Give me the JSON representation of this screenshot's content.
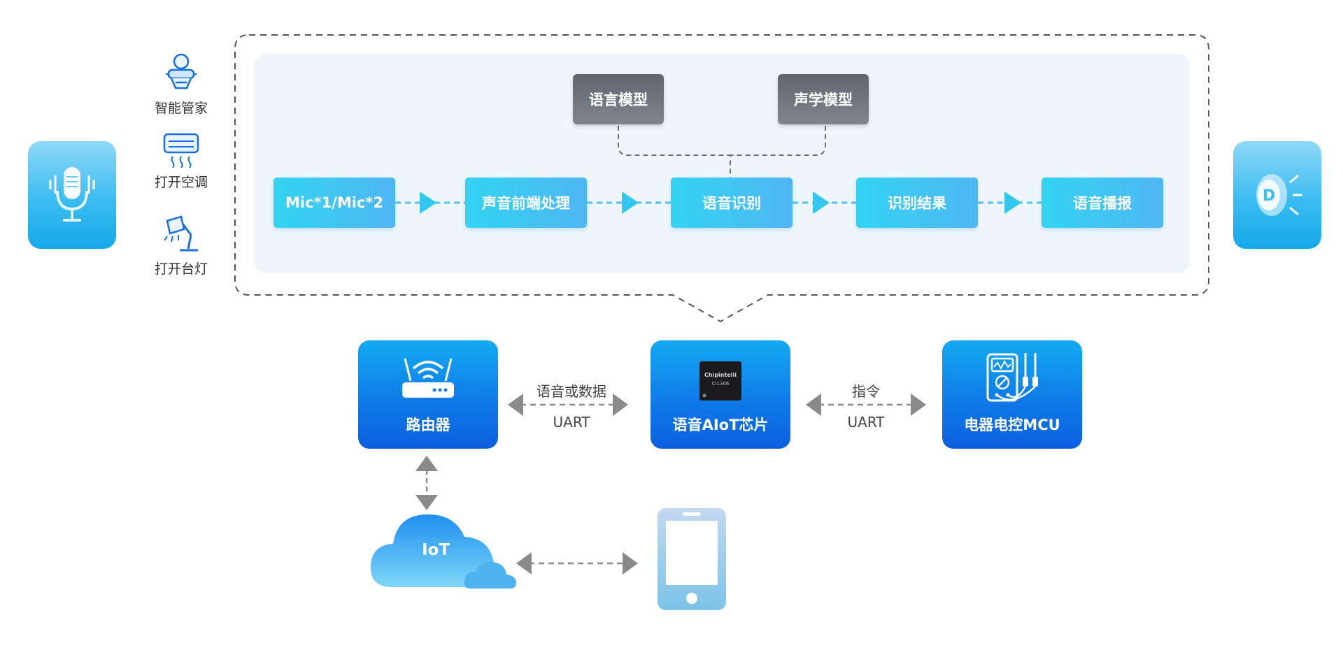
{
  "commands": [
    {
      "label": "智能管家",
      "icon": "butler-robot-icon"
    },
    {
      "label": "打开空调",
      "icon": "air-conditioner-icon"
    },
    {
      "label": "打开台灯",
      "icon": "desk-lamp-icon"
    }
  ],
  "pipeline": {
    "steps": [
      "Mic*1/Mic*2",
      "声音前端处理",
      "语音识别",
      "识别结果",
      "语音播报"
    ],
    "models": [
      "语言模型",
      "声学模型"
    ]
  },
  "hardware": {
    "router": "路由器",
    "chip": "语音AIoT芯片",
    "chip_marking_1": "Chipintelli",
    "chip_marking_2": "CI1306",
    "mcu": "电器电控MCU"
  },
  "connections": {
    "router_chip_top": "语音或数据",
    "router_chip_bottom": "UART",
    "chip_mcu_top": "指令",
    "chip_mcu_bottom": "UART"
  },
  "cloud": {
    "label": "IoT"
  },
  "colors": {
    "accent_cyan": "#33d4f2",
    "accent_blue": "#0f7be8",
    "model_gray": "#6b727a",
    "arrow_gray": "#8a8a8a",
    "panel_bg": "#eef6fc"
  }
}
